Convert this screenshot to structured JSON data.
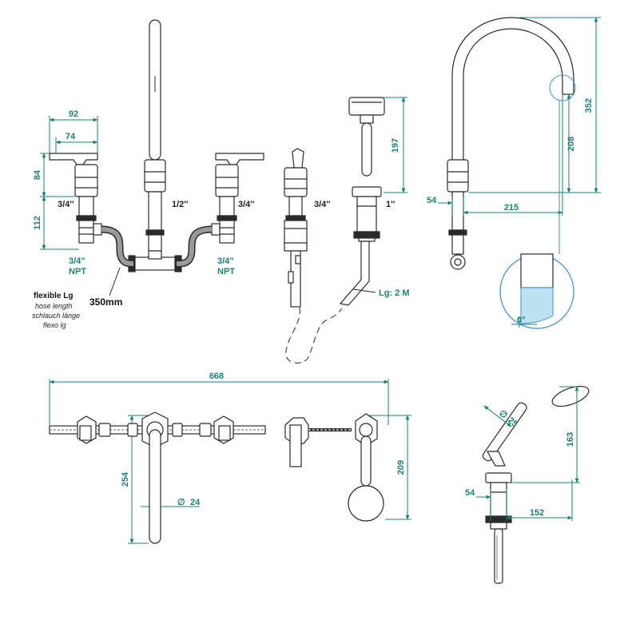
{
  "colors": {
    "dimension": "#1e7f74",
    "outline": "#2a2a2a",
    "detail_fill": "#bfe2f2",
    "detail_stroke": "#3b8fd0"
  },
  "dims": {
    "w92": "92",
    "w74": "74",
    "h84": "84",
    "h112": "112",
    "h197": "197",
    "h352": "352",
    "h208": "208",
    "w54a": "54",
    "w215": "215",
    "w668": "668",
    "h254": "254",
    "d24": "24",
    "h209": "209",
    "d25": "25",
    "h163": "163",
    "w54b": "54",
    "w152": "152",
    "angle": "0°",
    "dia_symbol": "∅"
  },
  "labels": {
    "thread_left": "3/4''",
    "npt_left_size": "3/4''",
    "npt_left": "NPT",
    "thread_center": "1/2''",
    "thread_right": "3/4''",
    "npt_right_size": "3/4''",
    "npt_right": "NPT",
    "thread_side": "3/4''",
    "thread_shower": "1''",
    "hose_length": "Lg: 2 M",
    "hose_mm": "350mm"
  },
  "note": {
    "title": "flexible Lg",
    "lines": [
      "hose length",
      "schlauch länge",
      "flexo lg"
    ]
  }
}
